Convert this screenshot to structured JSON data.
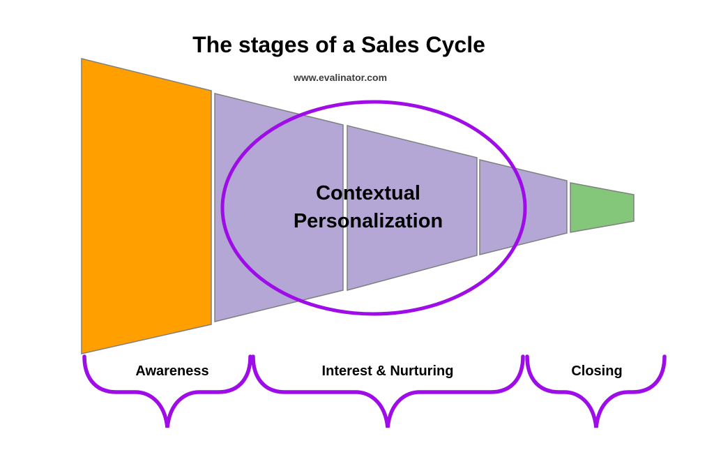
{
  "page": {
    "background": "#ffffff"
  },
  "header": {
    "title": "The stages of a Sales Cycle",
    "subtitle": "www.evalinator.com"
  },
  "funnel": {
    "border_color": "#7f7f7f",
    "stages": [
      {
        "name": "awareness-segment",
        "fill": "#FFA000"
      },
      {
        "name": "interest-segment-1",
        "fill": "#B4A7D6"
      },
      {
        "name": "interest-segment-2",
        "fill": "#B4A7D6"
      },
      {
        "name": "interest-segment-3",
        "fill": "#B4A7D6"
      },
      {
        "name": "closing-segment",
        "fill": "#85C77A"
      }
    ]
  },
  "annotation": {
    "color": "#9E0DE8",
    "lines": [
      "Contextual",
      "Personalization"
    ]
  },
  "braces": {
    "color": "#9E0DE8",
    "labels": [
      "Awareness",
      "Interest & Nurturing",
      "Closing"
    ]
  }
}
